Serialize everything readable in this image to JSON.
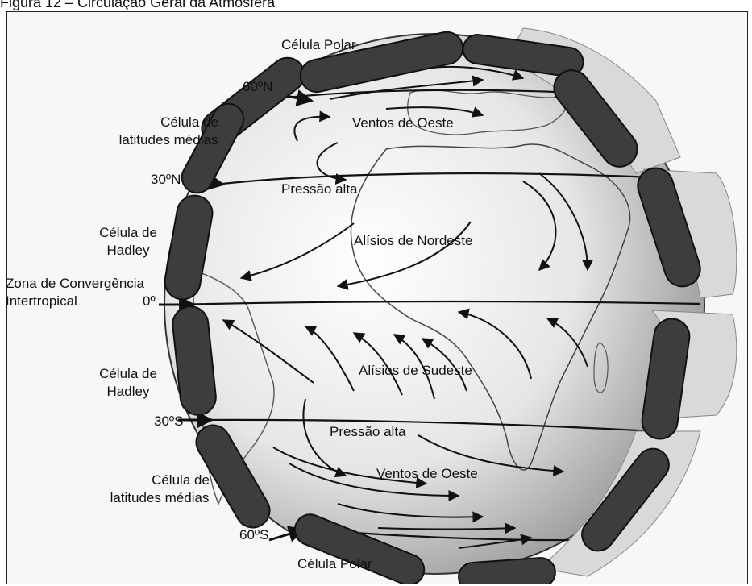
{
  "caption": "Figura 12 – Circulação Geral da Atmosfera",
  "labels": {
    "polar_cell_top": "Célula Polar",
    "lat_60n": "60ºN",
    "midlat_cell_top_1": "Célula de",
    "midlat_cell_top_2": "latitudes médias",
    "lat_30n": "30ºN",
    "hadley_top_1": "Célula de",
    "hadley_top_2": "Hadley",
    "itcz_1": "Zona de Convergência",
    "itcz_2": "Intertropical",
    "lat_0": "0º",
    "hadley_bottom_1": "Célula de",
    "hadley_bottom_2": "Hadley",
    "lat_30s": "30ºS",
    "midlat_cell_bottom_1": "Célula de",
    "midlat_cell_bottom_2": "latitudes médias",
    "lat_60s": "60ºS",
    "polar_cell_bottom": "Célula Polar",
    "westerlies_north": "Ventos de Oeste",
    "high_pressure_north": "Pressão alta",
    "ne_trades": "Alísios de Nordeste",
    "se_trades": "Alísios de Sudeste",
    "high_pressure_south": "Pressão alta",
    "westerlies_south": "Ventos de Oeste"
  }
}
